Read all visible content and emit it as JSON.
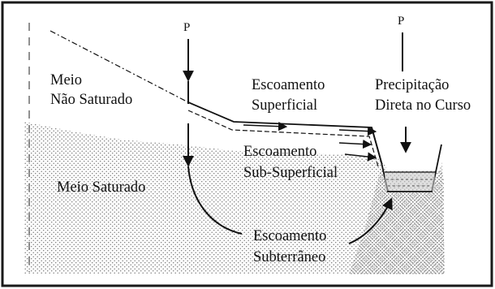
{
  "labels": {
    "p_left": "P",
    "p_right": "P",
    "meio_nao_saturado_line1": "Meio",
    "meio_nao_saturado_line2": "Não Saturado",
    "escoamento_superficial_line1": "Escoamento",
    "escoamento_superficial_line2": "Superficial",
    "precipitacao_line1": "Precipitação",
    "precipitacao_line2": "Direta no Curso",
    "escoamento_subsuperficial_line1": "Escoamento",
    "escoamento_subsuperficial_line2": "Sub-Superficial",
    "meio_saturado": "Meio Saturado",
    "escoamento_subterraneo_line1": "Escoamento",
    "escoamento_subterraneo_line2": "Subterrâneo"
  },
  "colors": {
    "frame": "#1a1a1a",
    "ink": "#111111",
    "stipple": "#7a7a7a",
    "water": "#9a9a9a"
  }
}
